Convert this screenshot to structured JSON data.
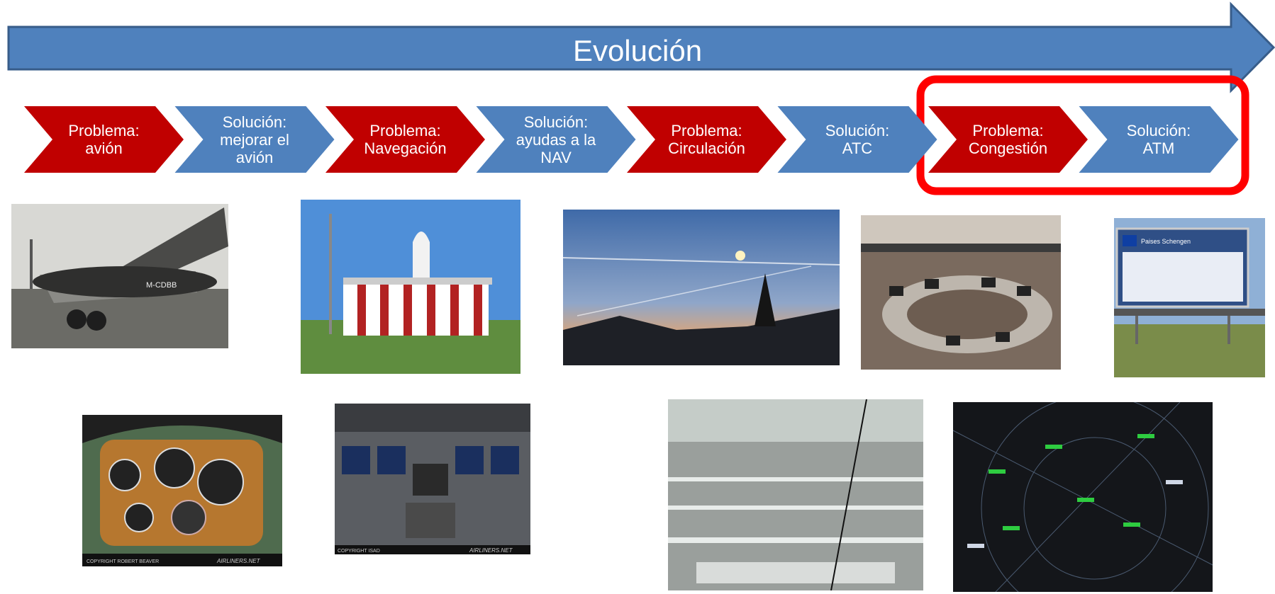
{
  "title": "Evolución",
  "steps": [
    {
      "kind": "problem",
      "lines": [
        "Problema:",
        "avión"
      ]
    },
    {
      "kind": "solution",
      "lines": [
        "Solución:",
        "mejorar el",
        "avión"
      ]
    },
    {
      "kind": "problem",
      "lines": [
        "Problema:",
        "Navegación"
      ]
    },
    {
      "kind": "solution",
      "lines": [
        "Solución:",
        "ayudas a la",
        "NAV"
      ]
    },
    {
      "kind": "problem",
      "lines": [
        "Problema:",
        "Circulación"
      ]
    },
    {
      "kind": "solution",
      "lines": [
        "Solución:",
        "ATC"
      ]
    },
    {
      "kind": "problem",
      "lines": [
        "Problema:",
        "Congestión"
      ]
    },
    {
      "kind": "solution",
      "lines": [
        "Solución:",
        "ATM"
      ]
    }
  ],
  "colors": {
    "arrow_blue": "#4F81BD",
    "arrow_border": "#385D8A",
    "problem_red": "#C00000",
    "highlight_red": "#FF0000"
  },
  "highlight": {
    "covers_steps": [
      7,
      8
    ]
  },
  "photos": {
    "watermark_airliners_1": "AIRLINERS.NET",
    "watermark_airliners_2": "AIRLINERS.NET",
    "copyright_1": "COPYRIGHT ROBERT BEAVER",
    "copyright_2": "COPYRIGHT ISAD",
    "plane_registration": "M-CDBB",
    "sign_heading": "Paises Schengen"
  }
}
